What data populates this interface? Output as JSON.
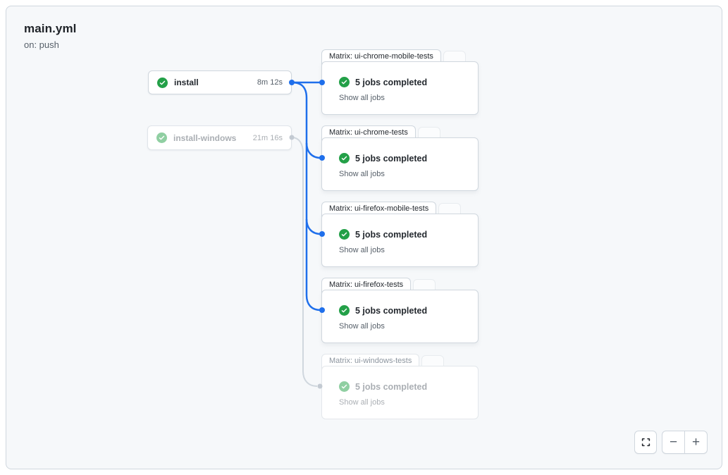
{
  "workflow": {
    "title": "main.yml",
    "trigger": "on: push"
  },
  "jobs": [
    {
      "name": "install",
      "duration": "8m 12s",
      "status": "success",
      "icon": "check-circle-icon"
    },
    {
      "name": "install-windows",
      "duration": "21m 16s",
      "status": "success-faded",
      "icon": "check-circle-icon"
    }
  ],
  "matrix_groups": [
    {
      "tab": "Matrix: ui-chrome-mobile-tests",
      "summary": "5 jobs completed",
      "link": "Show all jobs",
      "status": "success"
    },
    {
      "tab": "Matrix: ui-chrome-tests",
      "summary": "5 jobs completed",
      "link": "Show all jobs",
      "status": "success"
    },
    {
      "tab": "Matrix: ui-firefox-mobile-tests",
      "summary": "5 jobs completed",
      "link": "Show all jobs",
      "status": "success"
    },
    {
      "tab": "Matrix: ui-firefox-tests",
      "summary": "5 jobs completed",
      "link": "Show all jobs",
      "status": "success"
    },
    {
      "tab": "Matrix: ui-windows-tests",
      "summary": "5 jobs completed",
      "link": "Show all jobs",
      "status": "success-faded"
    }
  ],
  "controls": {
    "fullscreen_icon": "screen-full-icon",
    "zoom_out_label": "−",
    "zoom_in_label": "+"
  },
  "colors": {
    "accent_blue": "#1f6feb",
    "success_green": "#23a048",
    "success_green_faded": "#8ed49f",
    "edge_gray": "#d0d7de",
    "dot_gray": "#c3cad2",
    "canvas_bg": "#f6f8fa",
    "card_border": "#d0d7de",
    "text_primary": "#24292f",
    "text_muted": "#57606a"
  }
}
